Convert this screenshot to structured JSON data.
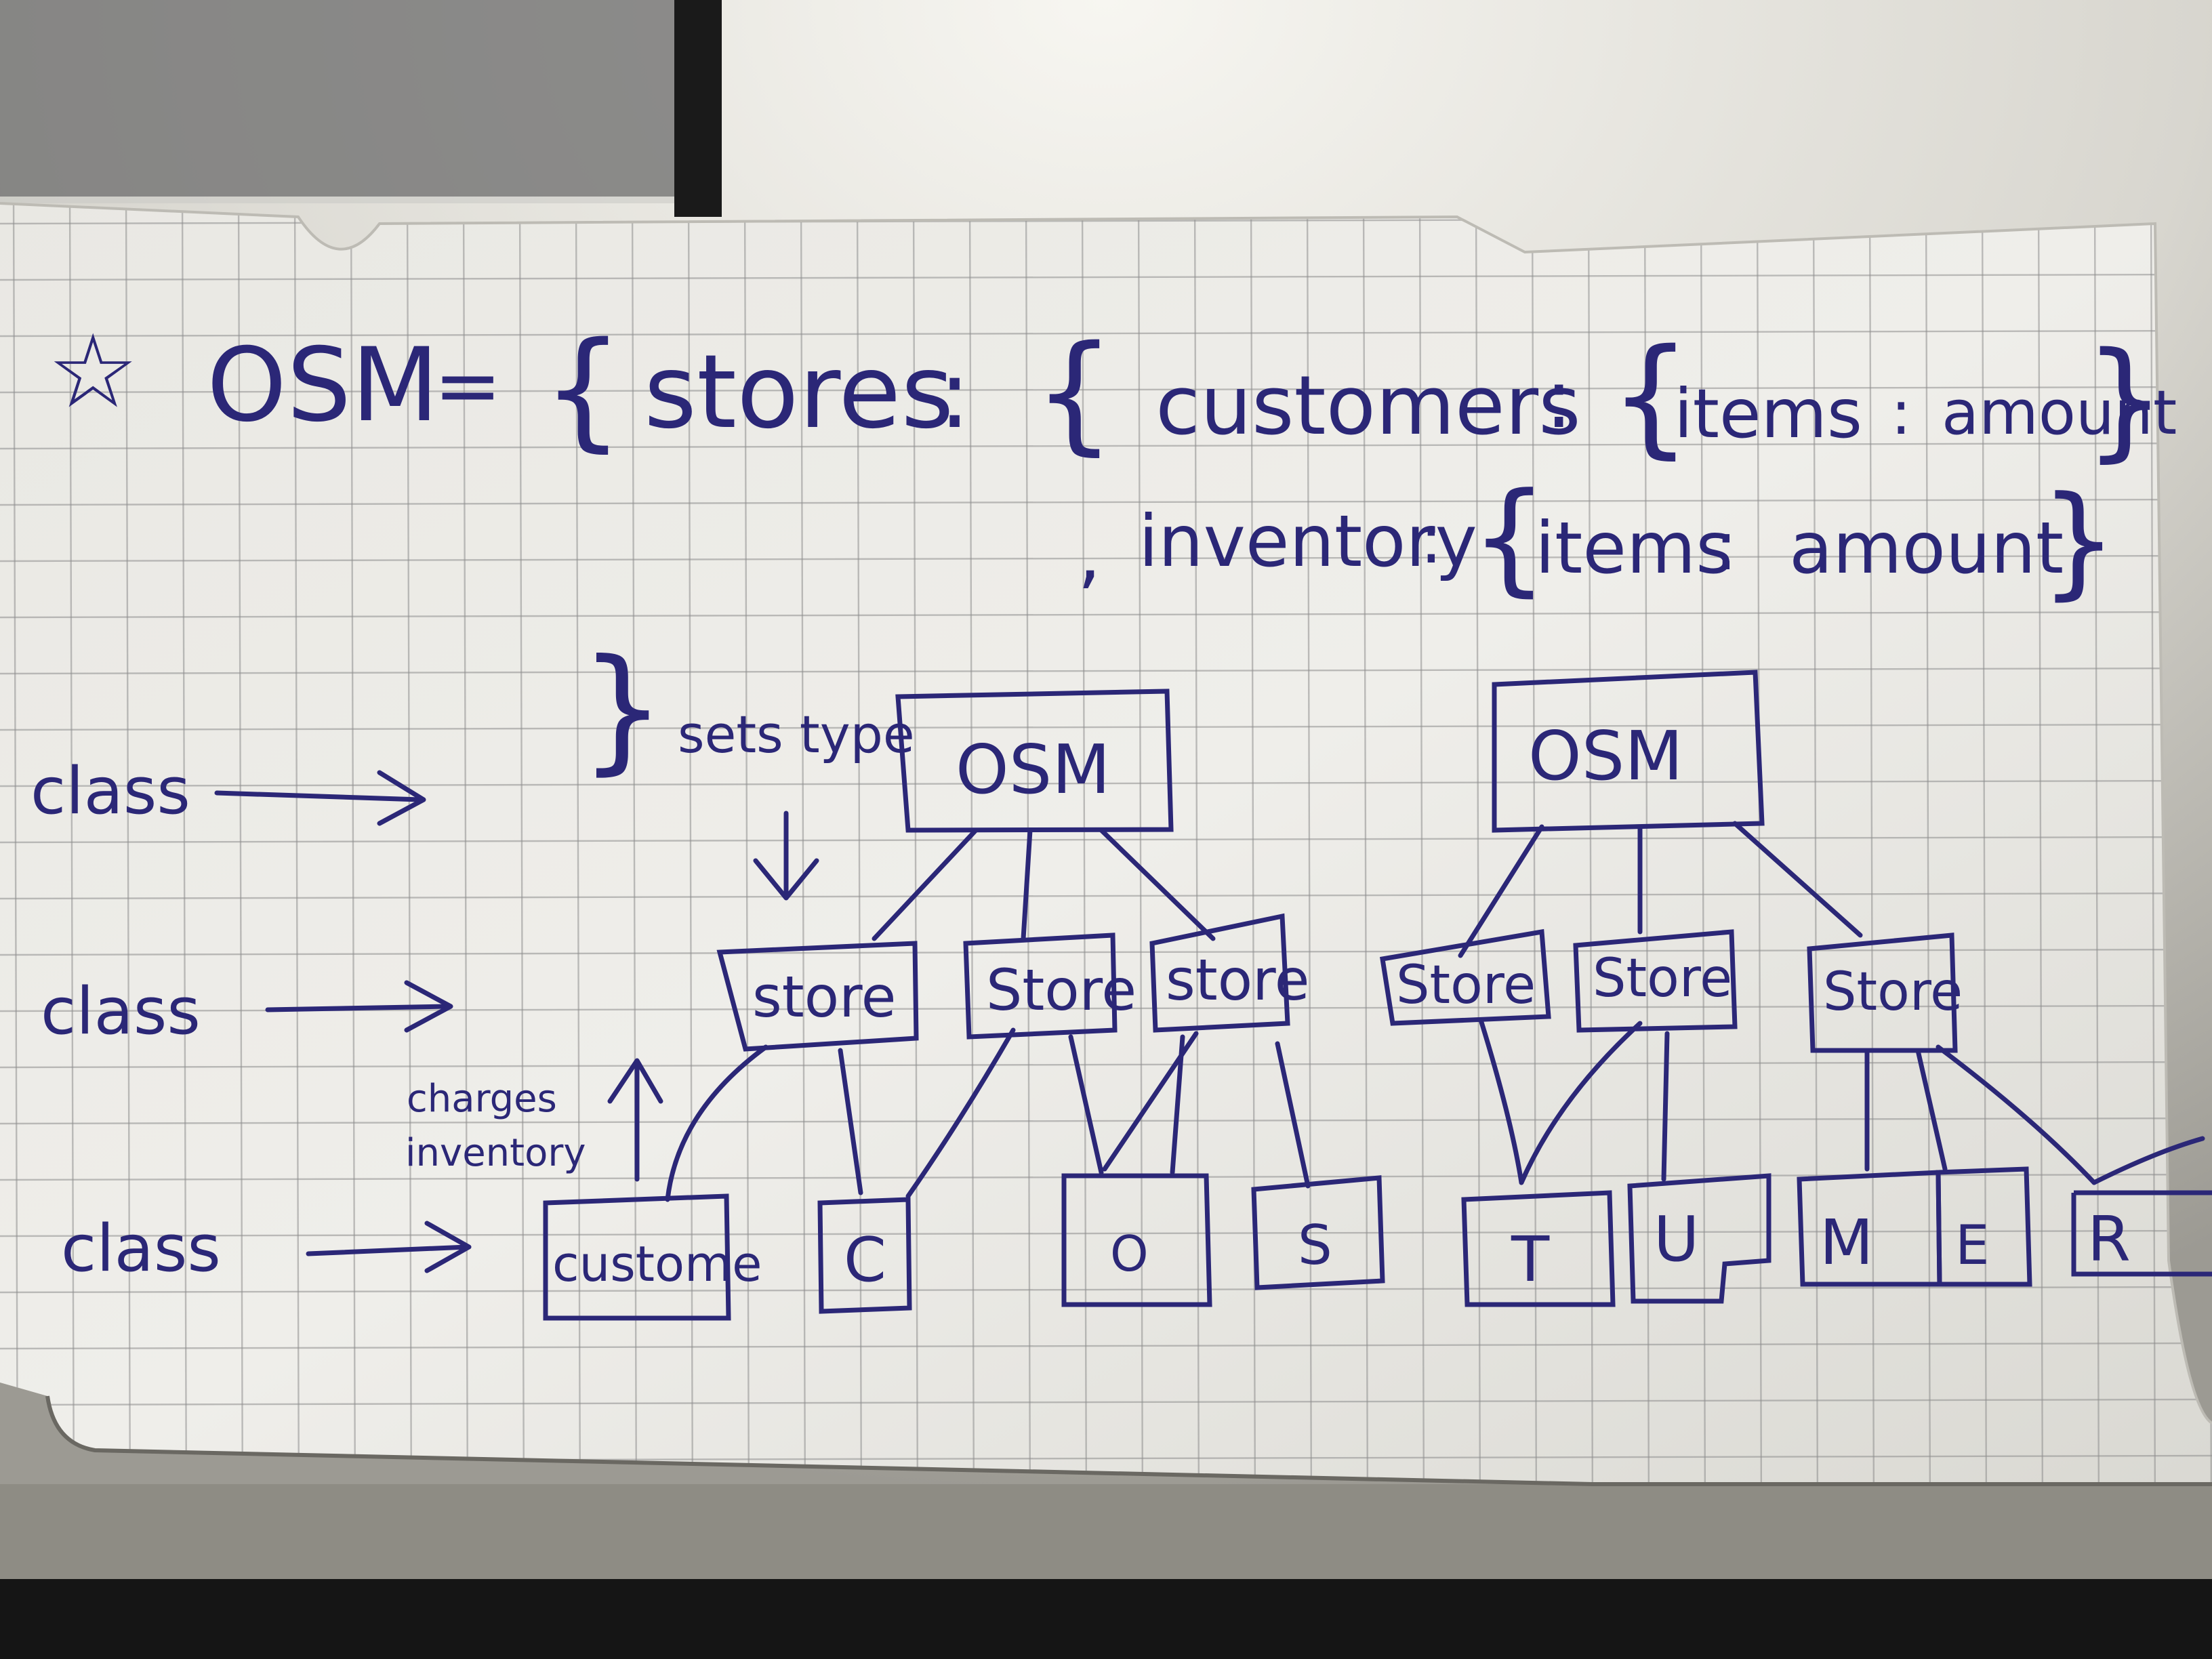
{
  "colors": {
    "ink": "#2b2777",
    "paper": "#ecebe6",
    "grid": "#8f8f8f",
    "background": "#2e2e2c"
  },
  "icons": [
    "star-icon",
    "arrow-right-icon",
    "arrow-down-icon",
    "arrow-up-icon"
  ],
  "header": {
    "star": "☆",
    "line1_parts": [
      "OSM",
      "=",
      "{",
      "stores",
      ":",
      "{",
      "customers",
      ":",
      "{",
      "items",
      ":",
      "amount",
      "}"
    ],
    "line2_parts": [
      ",",
      "inventory",
      ":",
      "{",
      "items",
      ":",
      "amount",
      "}"
    ],
    "closing_brace": "}"
  },
  "annotations": {
    "sets_type": "sets type",
    "charges_line1": "charges",
    "charges_line2": "inventory"
  },
  "row_labels": [
    "class",
    "class",
    "class"
  ],
  "tree_left": {
    "root": "OSM",
    "stores": [
      "store",
      "Store",
      "store"
    ],
    "leaves": [
      "custome",
      "C",
      "O",
      "S"
    ]
  },
  "tree_right": {
    "root": "OSM",
    "stores": [
      "Store",
      "Store",
      "Store"
    ],
    "leaves": [
      "T",
      "U",
      "M",
      "E",
      "R"
    ]
  }
}
